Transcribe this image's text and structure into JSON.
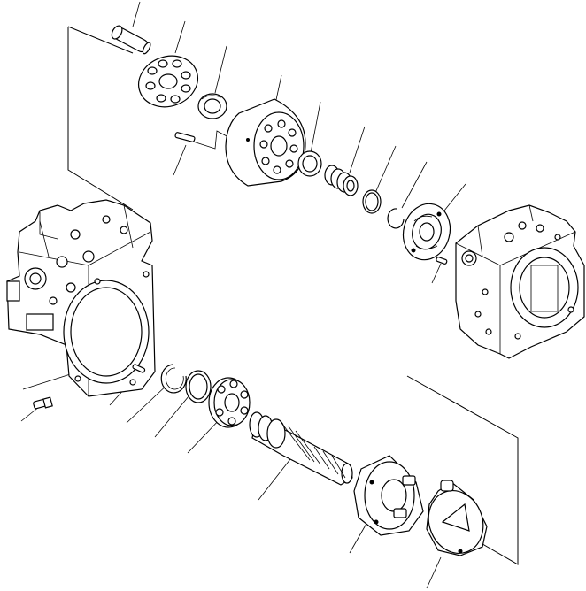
{
  "diagram": {
    "type": "exploded-parts-view",
    "parts": [
      {
        "name": "piston"
      },
      {
        "name": "retainer-plate"
      },
      {
        "name": "spherical-bushing"
      },
      {
        "name": "cylinder-block"
      },
      {
        "name": "retaining-ring"
      },
      {
        "name": "spring"
      },
      {
        "name": "snap-ring-upper"
      },
      {
        "name": "snap-ring-small"
      },
      {
        "name": "valve-plate"
      },
      {
        "name": "pin-upper"
      },
      {
        "name": "pin-center"
      },
      {
        "name": "pump-case-left"
      },
      {
        "name": "pump-case-right"
      },
      {
        "name": "bolt"
      },
      {
        "name": "pin-lower"
      },
      {
        "name": "snap-ring-lower"
      },
      {
        "name": "spacer-ring"
      },
      {
        "name": "bearing"
      },
      {
        "name": "shaft"
      },
      {
        "name": "swash-plate"
      },
      {
        "name": "cradle"
      }
    ]
  }
}
